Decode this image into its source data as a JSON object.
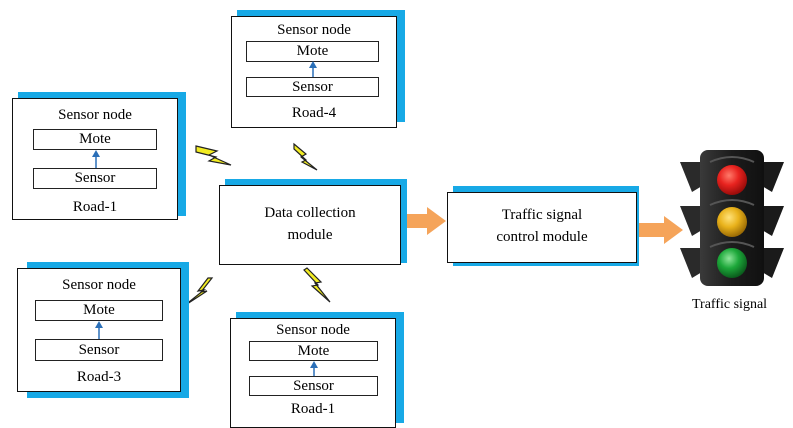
{
  "nodes": [
    {
      "id": "road-4-node",
      "title": "Sensor node",
      "mote": "Mote",
      "sensor": "Sensor",
      "road": "Road-4"
    },
    {
      "id": "road-1-node-left",
      "title": "Sensor node",
      "mote": "Mote",
      "sensor": "Sensor",
      "road": "Road-1"
    },
    {
      "id": "road-3-node",
      "title": "Sensor node",
      "mote": "Mote",
      "sensor": "Sensor",
      "road": "Road-3"
    },
    {
      "id": "road-1-node-bottom",
      "title": "Sensor node",
      "mote": "Mote",
      "sensor": "Sensor",
      "road": "Road-1"
    }
  ],
  "data_module": {
    "line1": "Data collection",
    "line2": "module"
  },
  "control_module": {
    "line1": "Traffic signal",
    "line2": "control module"
  },
  "traffic_signal": {
    "label": "Traffic signal"
  },
  "colors": {
    "shadow": "#17a9e6",
    "arrow": "#f5a45a",
    "lightning": "#f2ec22",
    "mote_arrow": "#2a6fb8",
    "red_light": "#e8231f",
    "amber_light": "#e9b21b",
    "green_light": "#1da83a"
  }
}
